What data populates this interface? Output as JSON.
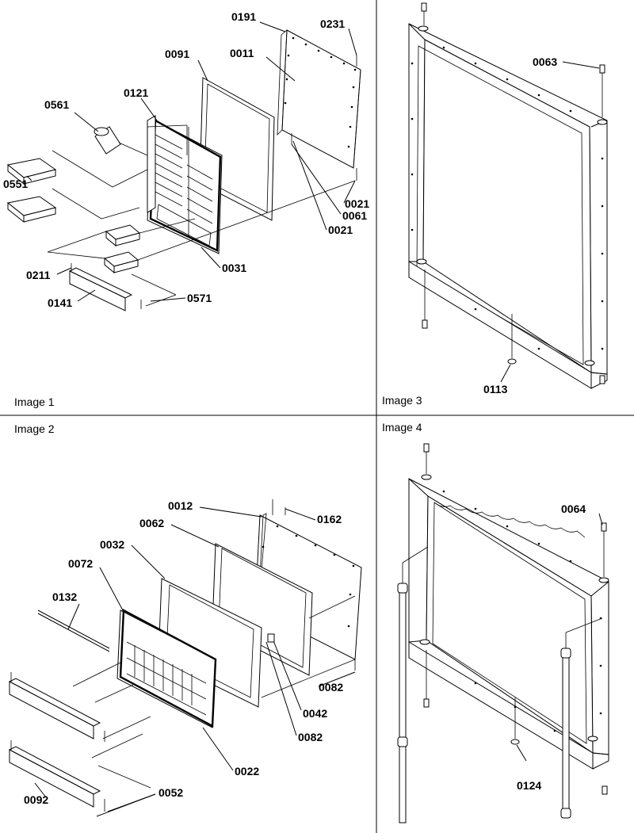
{
  "panels": [
    {
      "id": "image-1",
      "caption": "Image 1"
    },
    {
      "id": "image-2",
      "caption": "Image 2"
    },
    {
      "id": "image-3",
      "caption": "Image 3"
    },
    {
      "id": "image-4",
      "caption": "Image 4"
    }
  ],
  "image1": {
    "parts": [
      "0191",
      "0231",
      "0091",
      "0011",
      "0121",
      "0561",
      "0551",
      "0021",
      "0061",
      "0021",
      "0211",
      "0031",
      "0141",
      "0571"
    ]
  },
  "image2": {
    "parts": [
      "0012",
      "0162",
      "0062",
      "0032",
      "0072",
      "0132",
      "0082",
      "0042",
      "0082",
      "0022",
      "0092",
      "0052"
    ]
  },
  "image3": {
    "parts": [
      "0063",
      "0113"
    ]
  },
  "image4": {
    "parts": [
      "0064",
      "0124"
    ]
  }
}
